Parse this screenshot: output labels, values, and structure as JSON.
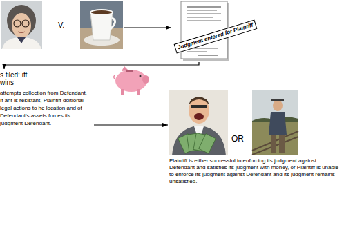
{
  "diagram": {
    "nodes": [
      {
        "text": [
          "V."
        ]
      },
      {
        "text": [
          "Judgment entered for Plaintiff"
        ]
      },
      {
        "text": [
          "s filed: iff wins",
          "attempts collection from Defendant. If ant is resistant, Plaintiff dditional legal actions to he location and of Defendant's assets forces its judgment Defendant."
        ]
      },
      {
        "text": [
          "OR",
          "Plaintiff is either successful in enforcing its judgment against Defendant and satisfies its judgment with money, or Plaintiff is unable to enforce its judgment against Defendant and its judgment remains unsatisfied."
        ]
      }
    ],
    "edges": [
      {
        "from": 0,
        "to": 1,
        "arrow": "to"
      },
      {
        "from": 1,
        "to": 2,
        "arrow": "to"
      },
      {
        "from": 2,
        "to": 3,
        "arrow": "to"
      }
    ]
  }
}
